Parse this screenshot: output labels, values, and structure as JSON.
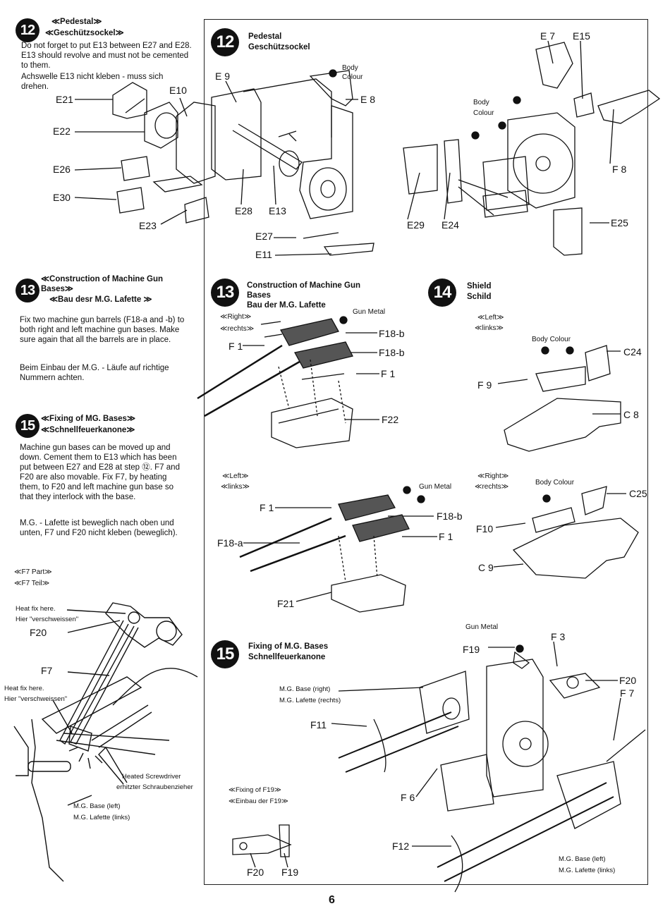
{
  "left_column": {
    "s12": {
      "num": "12",
      "title_en": "≪Pedestal≫",
      "title_de": "≪Geschützsockel≫",
      "text_en": "Do not forget to put E13 between E27 and E28. E13 should revolve and must not be cemented to them.",
      "text_de": "Achswelle E13 nicht kleben - muss sich drehen."
    },
    "s13": {
      "num": "13",
      "title_en": "≪Construction of Machine Gun Bases≫",
      "title_de": "≪Bau desr M.G. Lafette ≫",
      "text_en": "Fix two machine gun barrels (F18-a and -b) to both right and left machine gun bases. Make sure again that all the barrels are in place.",
      "text_de": "Beim Einbau der M.G. - Läufe auf richtige Nummern achten."
    },
    "s15": {
      "num": "15",
      "title_en": "≪Fixing of MG. Bases≫",
      "title_de": "≪Schnellfeuerkanone≫",
      "text_en": "Machine gun bases can be moved up and down. Cement them to E13 which has been put between E27 and E28 at step ⑫. F7 and F20 are also movable. Fix F7, by heating them, to F20 and left machine gun base so that they interlock with the base.",
      "text_de": "M.G. - Lafette ist beweglich nach oben und unten, F7 und F20 nicht kleben (beweglich)."
    },
    "f7part": {
      "title_en": "≪F7 Part≫",
      "title_de": "≪F7 Teil≫",
      "heat1_en": "Heat fix here.",
      "heat1_de": "Hier \"verschweissen\"",
      "heat2_en": "Heat fix here.",
      "heat2_de": "Hier \"verschweissen\"",
      "screwdriver_en": "Heated Screwdriver",
      "screwdriver_de": "erhitzter Schraubenzieher",
      "base_en": "M.G. Base (left)",
      "base_de": "M.G. Lafette (links)",
      "f20": "F20",
      "f7": "F7"
    }
  },
  "step12_diagram": {
    "num": "12",
    "title_en": "Pedestal",
    "title_de": "Geschützsockel",
    "body_colour_a": "Body",
    "body_colour_b": "Colour",
    "labels": [
      "E 9",
      "E 8",
      "E21",
      "E10",
      "E22",
      "E26",
      "E30",
      "E23",
      "E28",
      "E13",
      "E27",
      "E11"
    ],
    "right_labels": [
      "E 7",
      "E15",
      "F 8",
      "E29",
      "E24",
      "E25"
    ]
  },
  "step13_diagram": {
    "num": "13",
    "title_en": "Construction of Machine Gun Bases",
    "title_de": "Bau der M.G. Lafette",
    "gun_metal": "Gun Metal",
    "right_en": "≪Right≫",
    "right_de": "≪rechts≫",
    "left_en": "≪Left≫",
    "left_de": "≪links≫",
    "top_labels": [
      "F 1",
      "F18-b",
      "F18-b",
      "F 1",
      "F22"
    ],
    "bottom_labels": [
      "F 1",
      "F18-b",
      "F18-a",
      "F 1",
      "F21"
    ]
  },
  "step14_diagram": {
    "num": "14",
    "title_en": "Shield",
    "title_de": "Schild",
    "left_en": "≪Left≫",
    "left_de": "≪links≫",
    "right_en": "≪Right≫",
    "right_de": "≪rechts≫",
    "body_colour": "Body Colour",
    "top_labels": [
      "F 9",
      "C24",
      "C 8"
    ],
    "bottom_labels": [
      "F10",
      "C25",
      "C 9"
    ]
  },
  "step15_diagram": {
    "num": "15",
    "title_en": "Fixing of M.G. Bases",
    "title_de": "Schnellfeuerkanone",
    "gun_metal": "Gun Metal",
    "base_right_en": "M.G. Base (right)",
    "base_right_de": "M.G. Lafette (rechts)",
    "base_left_en": "M.G. Base (left)",
    "base_left_de": "M.G. Lafette (links)",
    "f19_en": "≪Fixing of F19≫",
    "f19_de": "≪Einbau der F19≫",
    "labels": [
      "F19",
      "F 3",
      "F20",
      "F 7",
      "F11",
      "F 6",
      "F12",
      "F20",
      "F19"
    ]
  },
  "page_number": "6"
}
